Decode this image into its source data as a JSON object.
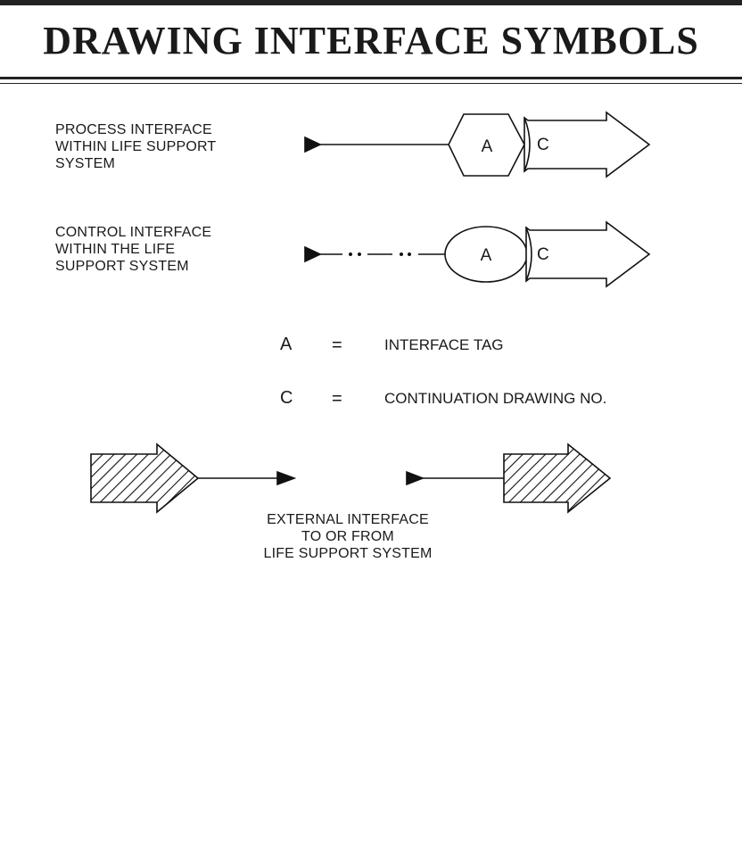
{
  "title": "DRAWING INTERFACE SYMBOLS",
  "process_interface": {
    "label_line1": "PROCESS INTERFACE",
    "label_line2": "WITHIN LIFE SUPPORT",
    "label_line3": "SYSTEM",
    "tag": "A",
    "continuation": "C"
  },
  "control_interface": {
    "label_line1": "CONTROL INTERFACE",
    "label_line2": "WITHIN THE LIFE",
    "label_line3": "SUPPORT SYSTEM",
    "tag": "A",
    "continuation": "C"
  },
  "legend": [
    {
      "symbol": "A",
      "equals": "=",
      "meaning": "INTERFACE TAG"
    },
    {
      "symbol": "C",
      "equals": "=",
      "meaning": "CONTINUATION DRAWING NO."
    }
  ],
  "external_interface": {
    "label_line1": "EXTERNAL INTERFACE",
    "label_line2": "TO OR FROM",
    "label_line3": "LIFE SUPPORT SYSTEM"
  }
}
